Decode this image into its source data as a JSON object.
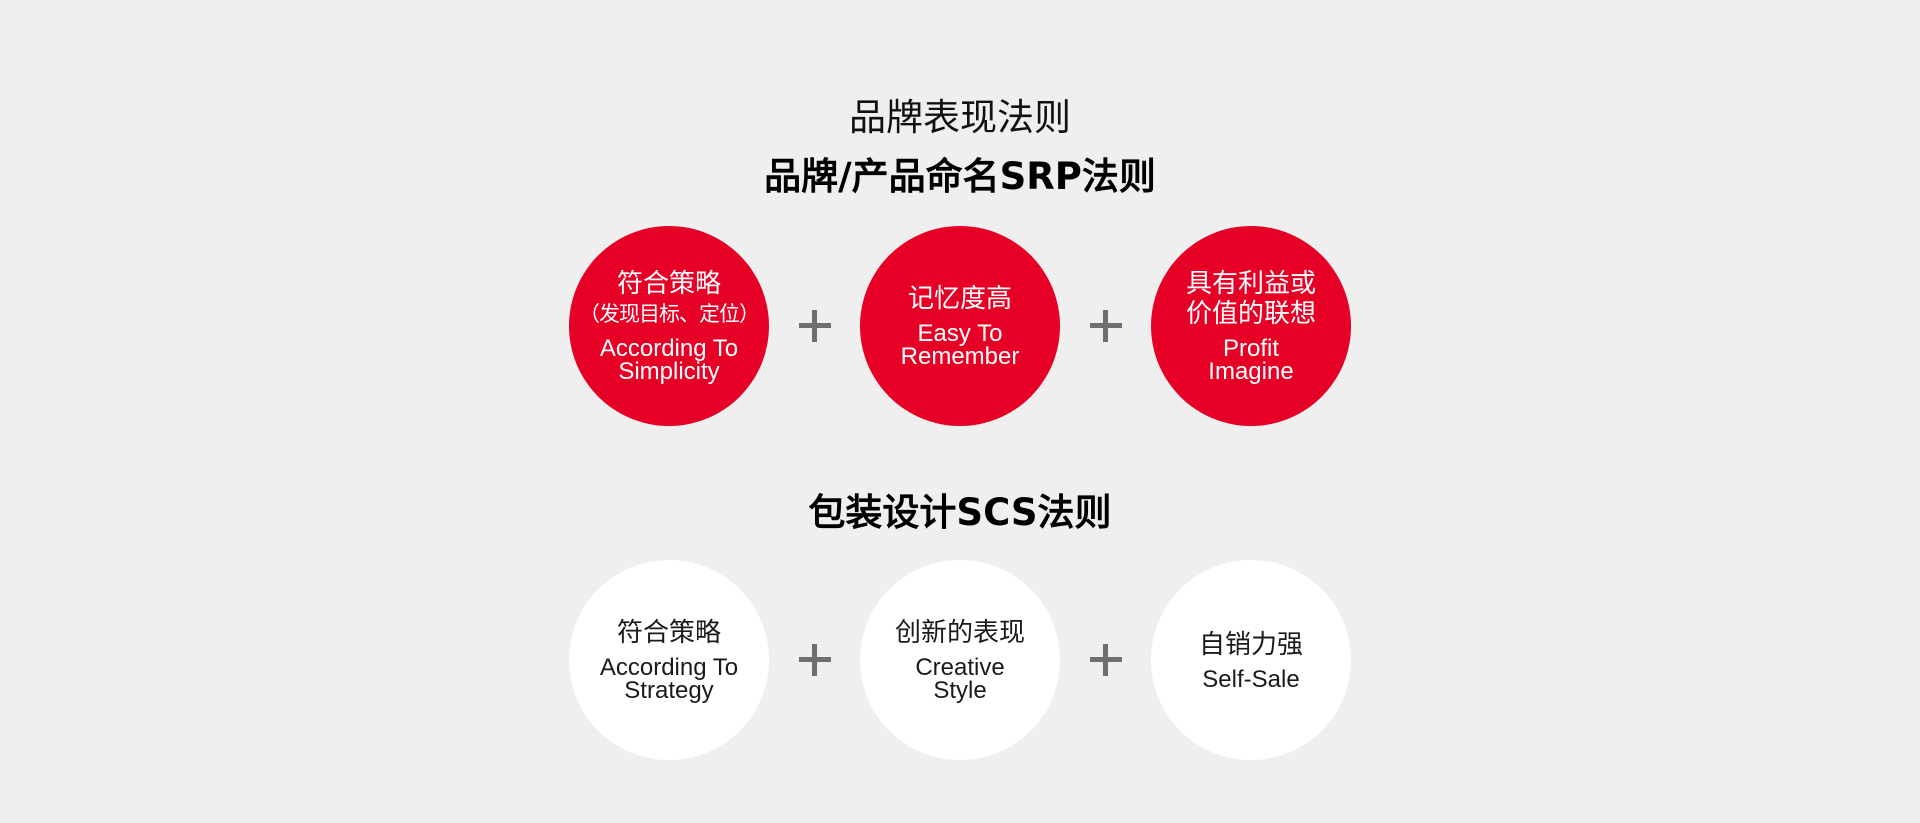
{
  "header": {
    "title": "品牌表现法则"
  },
  "srp": {
    "title": "品牌/产品命名SRP法则",
    "items": [
      {
        "cn": "符合策略",
        "cn_sub": "（发现目标、定位）",
        "en": "According To\nSimplicity"
      },
      {
        "cn": "记忆度高",
        "en": "Easy To\nRemember"
      },
      {
        "cn": "具有利益或\n价值的联想",
        "en": "Profit\nImagine"
      }
    ],
    "color": "#e60026"
  },
  "scs": {
    "title": "包装设计SCS法则",
    "items": [
      {
        "cn": "符合策略",
        "en": "According To\nStrategy"
      },
      {
        "cn": "创新的表现",
        "en": "Creative\nStyle"
      },
      {
        "cn": "自销力强",
        "en": "Self-Sale"
      }
    ],
    "color": "#ffffff"
  },
  "plus_icon": "plus-icon"
}
